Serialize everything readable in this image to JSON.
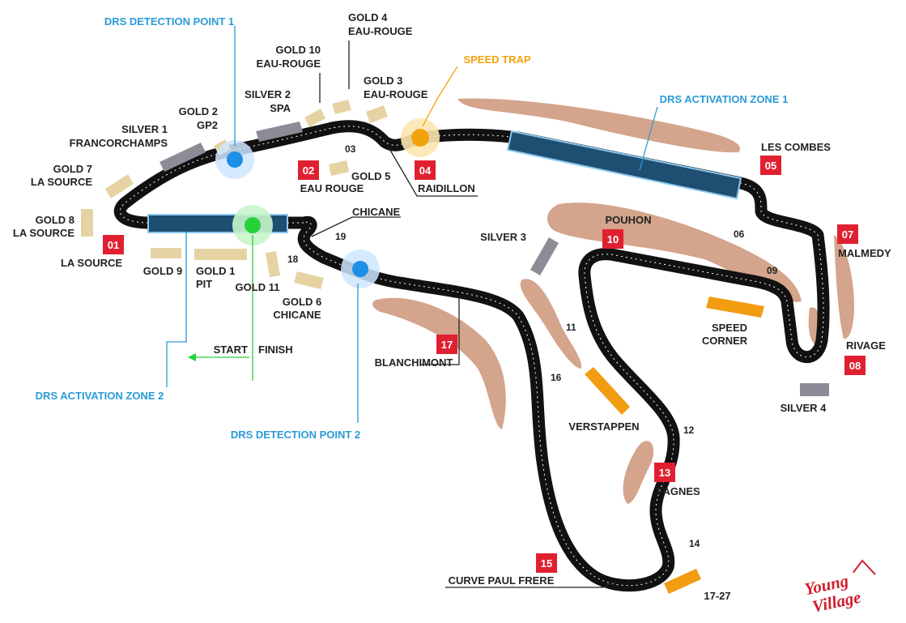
{
  "colors": {
    "track": "#111111",
    "gold": "#e6d3a3",
    "silver": "#8c8c96",
    "runoff": "#d4a48c",
    "drs_blue": "#2a9bd6",
    "drs_zone": "#1f4e73",
    "detection_blue": "#1d8fe6",
    "start_green": "#27d13a",
    "speed_trap": "#f2a20c",
    "turn_red": "#e02030",
    "speed_corner": "#f29c12"
  },
  "labels": {
    "drs_detection_1": "DRS DETECTION POINT 1",
    "drs_detection_2": "DRS DETECTION POINT 2",
    "drs_activation_1": "DRS ACTIVATION ZONE 1",
    "drs_activation_2": "DRS ACTIVATION ZONE 2",
    "speed_trap": "SPEED TRAP",
    "gold4_a": "GOLD 4",
    "gold4_b": "EAU-ROUGE",
    "gold10_a": "GOLD 10",
    "gold10_b": "EAU-ROUGE",
    "gold3_a": "GOLD 3",
    "gold3_b": "EAU-ROUGE",
    "silver2_a": "SILVER 2",
    "silver2_b": "SPA",
    "gold2_a": "GOLD 2",
    "gold2_b": "GP2",
    "silver1_a": "SILVER 1",
    "silver1_b": "FRANCORCHAMPS",
    "gold7_a": "GOLD 7",
    "gold7_b": "LA SOURCE",
    "gold8_a": "GOLD 8",
    "gold8_b": "LA SOURCE",
    "la_source": "LA SOURCE",
    "gold9": "GOLD 9",
    "gold1_a": "GOLD 1",
    "gold1_b": "PIT",
    "gold11": "GOLD 11",
    "gold6_a": "GOLD 6",
    "gold6_b": "CHICANE",
    "start": "START",
    "finish": "FINISH",
    "eau_rouge": "EAU ROUGE",
    "gold5": "GOLD 5",
    "raidillon": "RAIDILLON",
    "chicane": "CHICANE",
    "les_combes": "LES COMBES",
    "pouhon": "POUHON",
    "silver3": "SILVER 3",
    "malmedy": "MALMEDY",
    "rivage": "RIVAGE",
    "silver4": "SILVER 4",
    "speed_corner_a": "SPEED",
    "speed_corner_b": "CORNER",
    "blanchimont": "BLANCHIMONT",
    "verstappen": "VERSTAPPEN",
    "fagnes": "FAGNES",
    "curve_paul_frere": "CURVE PAUL FRERE",
    "range_17_27": "17-27"
  },
  "turns": {
    "t01": "01",
    "t02": "02",
    "t03": "03",
    "t04": "04",
    "t05": "05",
    "t06": "06",
    "t07": "07",
    "t08": "08",
    "t09": "09",
    "t10": "10",
    "t11": "11",
    "t12": "12",
    "t13": "13",
    "t14": "14",
    "t15": "15",
    "t16": "16",
    "t17": "17",
    "t18": "18",
    "t19": "19"
  },
  "logo": {
    "line1": "Young",
    "line2": "Village"
  }
}
